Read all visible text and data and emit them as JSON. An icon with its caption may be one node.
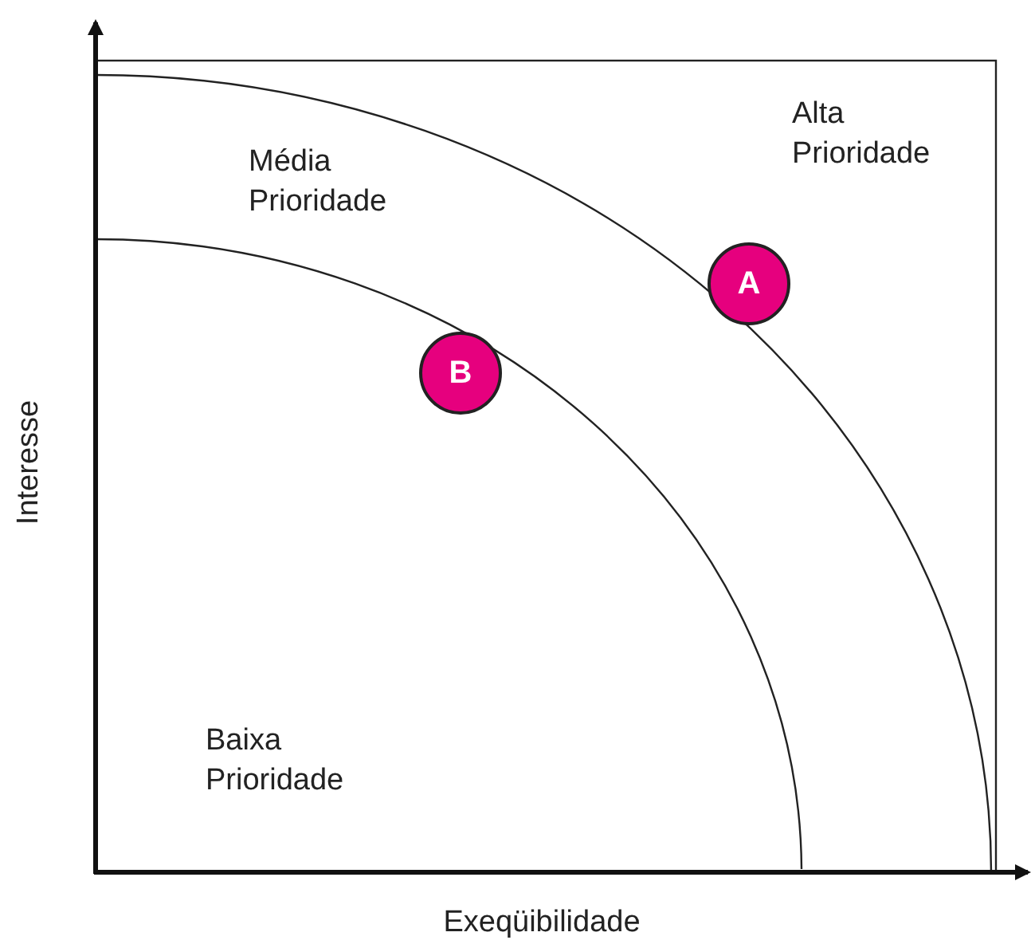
{
  "diagram": {
    "nodes": [
      {
        "text": [
          "A"
        ]
      },
      {
        "text": [
          "B"
        ]
      }
    ],
    "labels": [
      "Alta Prioridade",
      "Média Prioridade",
      "Baixa Prioridade",
      "Interesse",
      "Exeqüibilidade"
    ]
  }
}
